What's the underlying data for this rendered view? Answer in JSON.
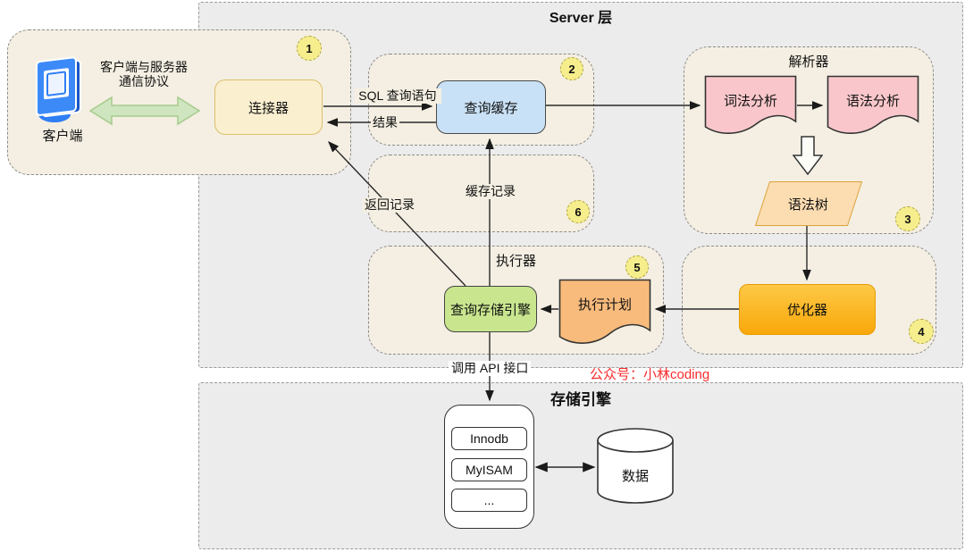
{
  "server_layer": {
    "title": "Server 层"
  },
  "storage_layer": {
    "title": "存储引擎"
  },
  "client": {
    "device_label": "客户端",
    "protocol_line1": "客户端与服务器",
    "protocol_line2": "通信协议"
  },
  "nodes": {
    "connector": {
      "label": "连接器",
      "badge": "1"
    },
    "query_cache": {
      "label": "查询缓存",
      "badge": "2"
    },
    "parser": {
      "title": "解析器",
      "badge": "3",
      "lexical": "词法分析",
      "syntactic": "语法分析",
      "syntax_tree": "语法树"
    },
    "optimizer": {
      "label": "优化器",
      "badge": "4"
    },
    "executor": {
      "title": "执行器",
      "badge": "5",
      "query_storage_engine": "查询存储引擎",
      "execution_plan": "执行计划"
    },
    "cache_step": {
      "badge": "6"
    }
  },
  "edges": {
    "sql_query": "SQL 查询语句",
    "result": "结果",
    "return_records": "返回记录",
    "cache_records": "缓存记录",
    "call_api": "调用 API 接口"
  },
  "storage": {
    "engines": [
      "Innodb",
      "MyISAM",
      "..."
    ],
    "data_label": "数据"
  },
  "watermark": "公众号：小林coding",
  "colors": {
    "gray_area": "#ececec",
    "group_cream": "#f4efe2",
    "connector_yellow": "#faf0d0",
    "cache_blue": "#c9e1f6",
    "parser_pink": "#f9c7cb",
    "tree_peach": "#fcdcb1",
    "engine_green": "#c9e68f",
    "plan_orange": "#f8bb7c",
    "optimizer_orange": "#fbb517",
    "badge_yellow": "#f6ee8c",
    "protocol_arrow_green": "#cfe5c0",
    "watermark_red": "#fb2b2b"
  }
}
